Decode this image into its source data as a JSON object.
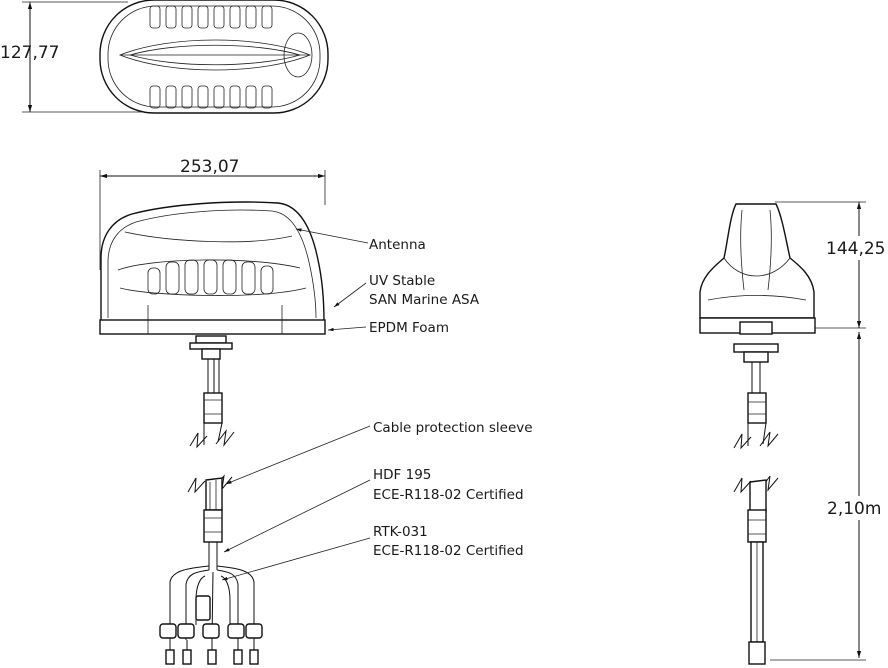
{
  "dimensions": {
    "top_height": "127,77",
    "front_width": "253,07",
    "side_height": "144,25",
    "cable_length": "2,10m"
  },
  "callouts": {
    "antenna": "Antenna",
    "uv_line1": "UV Stable",
    "uv_line2": "SAN Marine ASA",
    "foam": "EPDM Foam",
    "sleeve": "Cable protection sleeve",
    "hdf_line1": "HDF 195",
    "hdf_line2": "ECE-R118-02 Certified",
    "rtk_line1": "RTK-031",
    "rtk_line2": "ECE-R118-02 Certified"
  }
}
